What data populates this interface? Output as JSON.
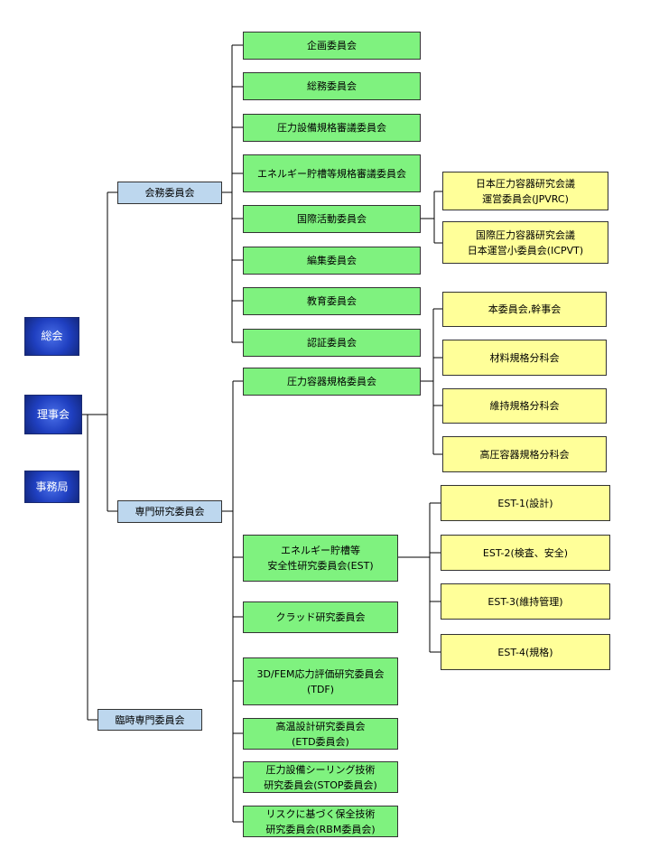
{
  "top_nodes": {
    "general_meeting": "総会",
    "board": "理事会",
    "secretariat": "事務局"
  },
  "divisions": {
    "general_affairs": "会務委員会",
    "research": "専門研究委員会",
    "ad_hoc": "臨時専門委員会"
  },
  "general_affairs_committees": [
    "企画委員会",
    "総務委員会",
    "圧力設備規格審議委員会",
    "エネルギー貯槽等規格審議委員会",
    "国際活動委員会",
    "編集委員会",
    "教育委員会",
    "認証委員会"
  ],
  "international_subgroups": [
    "日本圧力容器研究会議\n運営委員会(JPVRC)",
    "国際圧力容器研究会議\n日本運営小委員会(ICPVT)"
  ],
  "research_committees": [
    "圧力容器規格委員会",
    "エネルギー貯槽等\n安全性研究委員会(EST)",
    "クラッド研究委員会",
    "3D/FEM応力評価研究委員会\n(TDF)",
    "高温設計研究委員会\n(ETD委員会)",
    "圧力設備シーリング技術\n研究委員会(STOP委員会)",
    "リスクに基づく保全技術\n研究委員会(RBM委員会)"
  ],
  "pressure_vessel_subgroups": [
    "本委員会,幹事会",
    "材料規格分科会",
    "維持規格分科会",
    "高圧容器規格分科会"
  ],
  "est_subgroups": [
    "EST-1(設計)",
    "EST-2(検査、安全)",
    "EST-3(維持管理)",
    "EST-4(規格)"
  ]
}
